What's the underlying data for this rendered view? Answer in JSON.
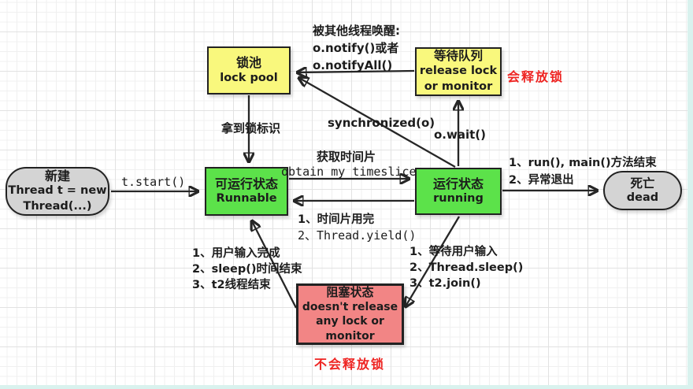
{
  "diagram": {
    "title_hint": "Java thread state transition diagram",
    "colors": {
      "box_yellow": "#f9f87d",
      "box_green": "#5ce24a",
      "box_gray": "#d4d4d4",
      "box_salmon": "#f28585",
      "annotation_red": "#ee2422",
      "line": "#262626",
      "edge_strip": "#d9f2ee"
    },
    "nodes": {
      "new": {
        "title": "新建",
        "line2": "Thread t = new",
        "line3": "Thread(...)"
      },
      "lock_pool": {
        "title": "锁池",
        "line2": "lock pool"
      },
      "wait_queue": {
        "title": "等待队列",
        "line2": "release lock",
        "line3": "or monitor"
      },
      "runnable": {
        "title": "可运行状态",
        "line2": "Runnable"
      },
      "running": {
        "title": "运行状态",
        "line2": "running"
      },
      "dead": {
        "title": "死亡",
        "line2": "dead"
      },
      "blocked": {
        "title": "阻塞状态",
        "line2": "doesn't release",
        "line3": "any lock or",
        "line4": "monitor"
      }
    },
    "edge_labels": {
      "t_start": "t.start()",
      "got_lock": "拿到锁标识",
      "wakeup_line1": "被其他线程唤醒:",
      "wakeup_line2": "o.notify()或者",
      "wakeup_line3": "o.notifyAll()",
      "synchronized": "synchronized(o)",
      "o_wait": "o.wait()",
      "get_timeslice_cn": "获取时间片",
      "get_timeslice_en": "obtain my timeslice",
      "yield_line1": "1、时间片用完",
      "yield_line2": "2、Thread.yield()",
      "to_dead_line1": "1、run(), main()方法结束",
      "to_dead_line2": "2、异常退出",
      "to_blocked_line1": "1、等待用户输入",
      "to_blocked_line2": "2、Thread.sleep()",
      "to_blocked_line3": "3、t2.join()",
      "from_blocked_line1": "1、用户输入完成",
      "from_blocked_line2": "2、sleep()时间结束",
      "from_blocked_line3": "3、t2线程结束"
    },
    "annotations": {
      "releases_lock": "会释放锁",
      "not_release_lock": "不会释放锁"
    }
  }
}
